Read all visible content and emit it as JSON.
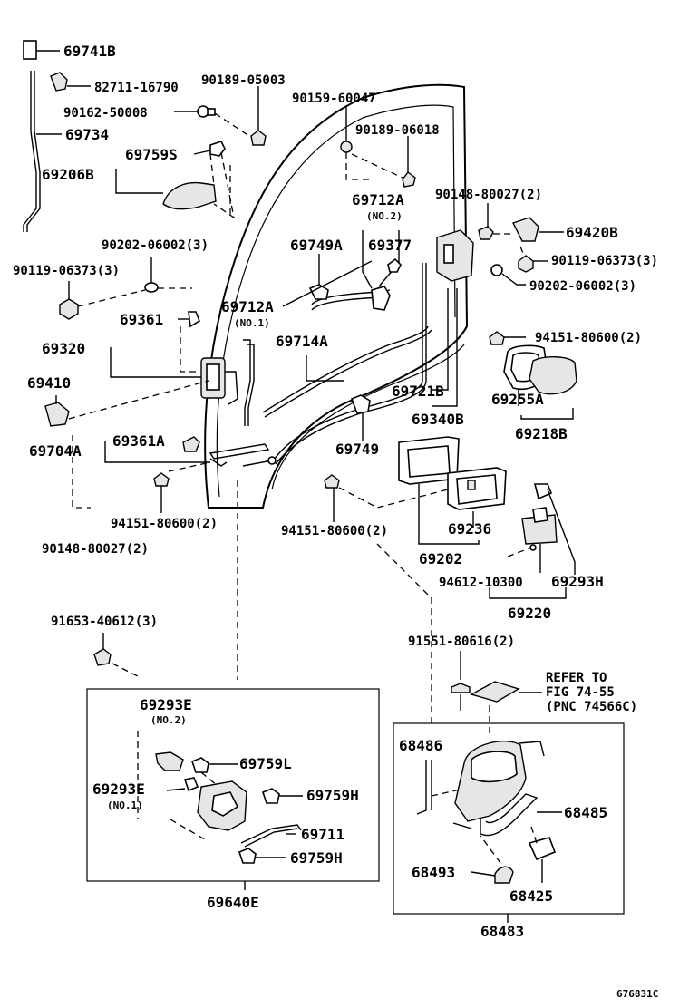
{
  "diagram": {
    "labels": {
      "p69741B": "69741B",
      "p82711": "82711-16790",
      "p90189a": "90189-05003",
      "p90159": "90159-60047",
      "p90162": "90162-50008",
      "p69734": "69734",
      "p90189b": "90189-06018",
      "p69759S": "69759S",
      "p69206B": "69206B",
      "p69712A_top": "69712A",
      "p90148a": "90148-80027(2)",
      "no2_top": "(NO.2)",
      "p69420B": "69420B",
      "p90202a": "90202-06002(3)",
      "p69749A": "69749A",
      "p69377": "69377",
      "p90119a": "90119-06373(3)",
      "p90119b": "90119-06373(3)",
      "p90202b": "90202-06002(3)",
      "p69712A_mid": "69712A",
      "no1_mid": "(NO.1)",
      "p69361": "69361",
      "p94151a": "94151-80600(2)",
      "p69320": "69320",
      "p69714A": "69714A",
      "p69410": "69410",
      "p69721B": "69721B",
      "p69255A": "69255A",
      "p69340B": "69340B",
      "p69218B": "69218B",
      "p69361A": "69361A",
      "p69704A": "69704A",
      "p69749": "69749",
      "p94151b": "94151-80600(2)",
      "p94151c": "94151-80600(2)",
      "p69236": "69236",
      "p90148b": "90148-80027(2)",
      "p69202": "69202",
      "p94612": "94612-10300",
      "p69293H": "69293H",
      "p69220": "69220",
      "p91653": "91653-40612(3)",
      "p91551": "91551-80616(2)",
      "refer1": "REFER TO",
      "refer2": "FIG 74-55",
      "refer3": "(PNC 74566C)",
      "p69293E_top": "69293E",
      "no2_bot": "(NO.2)",
      "p69759L": "69759L",
      "p69293E_bot": "69293E",
      "no1_bot": "(NO.1)",
      "p69759H_a": "69759H",
      "p69711": "69711",
      "p69759H_b": "69759H",
      "p69640E": "69640E",
      "p68486": "68486",
      "p68485": "68485",
      "p68493": "68493",
      "p68425": "68425",
      "p68483": "68483",
      "figure_id": "676831C"
    }
  }
}
